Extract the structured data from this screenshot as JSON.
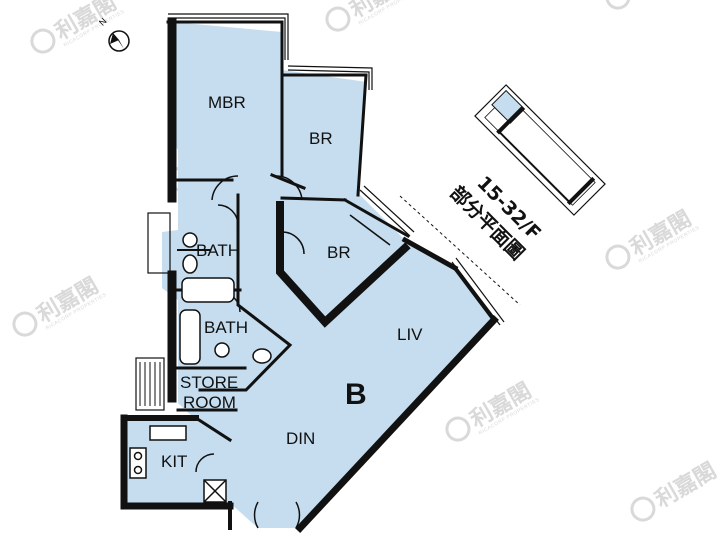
{
  "unit": "B",
  "floors": "15-32/F",
  "plan_caption": "部分平面圖",
  "north_label": "N",
  "rooms": {
    "mbr": "MBR",
    "br1": "BR",
    "br2": "BR",
    "bath1": "BATH",
    "bath2": "BATH",
    "store_line1": "STORE",
    "store_line2": "ROOM",
    "liv": "LIV",
    "din": "DIN",
    "kit": "KIT"
  },
  "watermark": {
    "brand": "利嘉閣",
    "sub": "RICACORP PROPERTIES"
  },
  "colors": {
    "floor_fill": "#c5ddee",
    "wall": "#111111",
    "watermark": "#d9d9d9"
  }
}
